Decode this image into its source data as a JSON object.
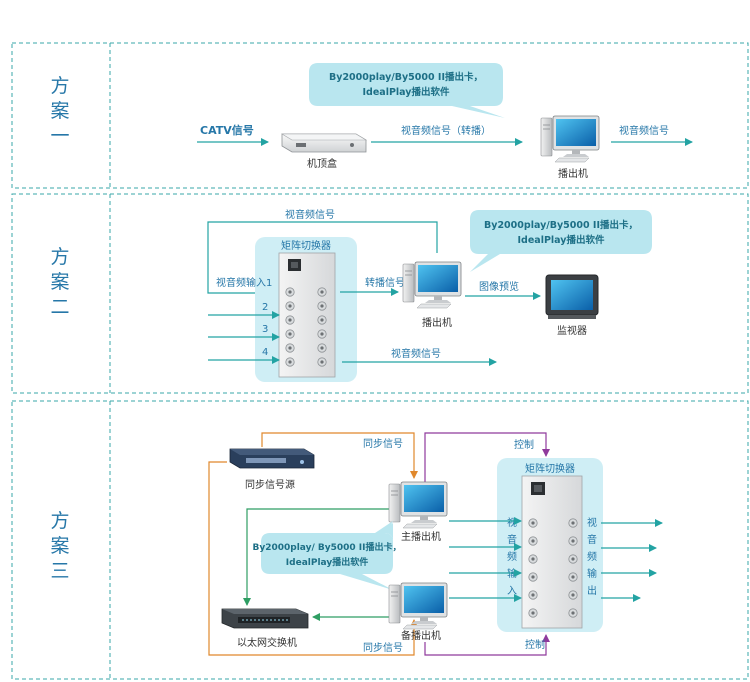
{
  "colors": {
    "border": "#3aa7a8",
    "teal": "#23a3a3",
    "green": "#2f9e63",
    "orange": "#e0882c",
    "purple": "#8f3a9c",
    "bubble": "#b9e6ef",
    "matrix_bg": "#cfeef5",
    "text_blue": "#2677a8",
    "label": "#1d6f86"
  },
  "section1": {
    "title_chars": [
      "方",
      "案",
      "一"
    ],
    "bubble_line1": "By2000play/By5000 II播出卡，",
    "bubble_line2": "IdealPlay播出软件",
    "catv_label": "CATV信号",
    "stb_label": "机顶盒",
    "av_signal_label": "视音频信号（转播）",
    "computer_label": "播出机",
    "out_label": "视音频信号"
  },
  "section2": {
    "title_chars": [
      "方",
      "案",
      "二"
    ],
    "loop_label": "视音频信号",
    "matrix_title": "矩阵切换器",
    "input1_label": "视音频输入1",
    "input_numbers": [
      "2",
      "3",
      "4"
    ],
    "relay_label": "转播信号",
    "computer_label": "播出机",
    "bubble_line1": "By2000play/By5000 II播出卡，",
    "bubble_line2": "IdealPlay播出软件",
    "preview_label": "图像预览",
    "monitor_label": "监视器",
    "out_label": "视音频信号"
  },
  "section3": {
    "title_chars": [
      "方",
      "案",
      "三"
    ],
    "sync_top_label": "同步信号",
    "control_top_label": "控制",
    "sync_source_label": "同步信号源",
    "matrix_title": "矩阵切换器",
    "main_computer_label": "主播出机",
    "input_chars": [
      "视",
      "音",
      "频",
      "输",
      "入"
    ],
    "output_chars": [
      "视",
      "音",
      "频",
      "输",
      "出"
    ],
    "bubble_line1": "By2000play/ By5000 II播出卡，",
    "bubble_line2": "IdealPlay播出软件",
    "switch_label": "以太网交换机",
    "backup_computer_label": "备播出机",
    "sync_bottom_label": "同步信号",
    "control_bottom_label": "控制"
  }
}
